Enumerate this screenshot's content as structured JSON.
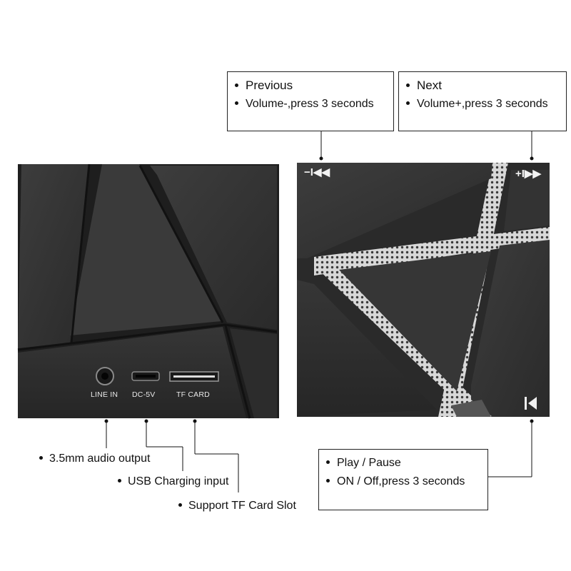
{
  "callouts": {
    "previous": {
      "line1": "Previous",
      "line2": "Volume-,press 3 seconds"
    },
    "next": {
      "line1": "Next",
      "line2": "Volume+,press 3 seconds"
    },
    "play": {
      "line1": "Play / Pause",
      "line2": "ON / Off,press 3 seconds"
    }
  },
  "ports": {
    "line_in": "LINE IN",
    "dc": "DC-5V",
    "tf": "TF CARD"
  },
  "bottom_labels": {
    "audio": "3.5mm audio output",
    "usb": "USB Charging input",
    "tf": "Support TF Card Slot"
  },
  "icons": {
    "prev_button": "volume-down-previous-icon",
    "next_button": "volume-up-next-icon",
    "play_button": "play-pause-icon",
    "prev_glyph": "−I◀◀",
    "next_glyph": "+I▶▶"
  },
  "colors": {
    "speaker_body": "#2f2f2f",
    "grille": "#c9c9c9"
  }
}
